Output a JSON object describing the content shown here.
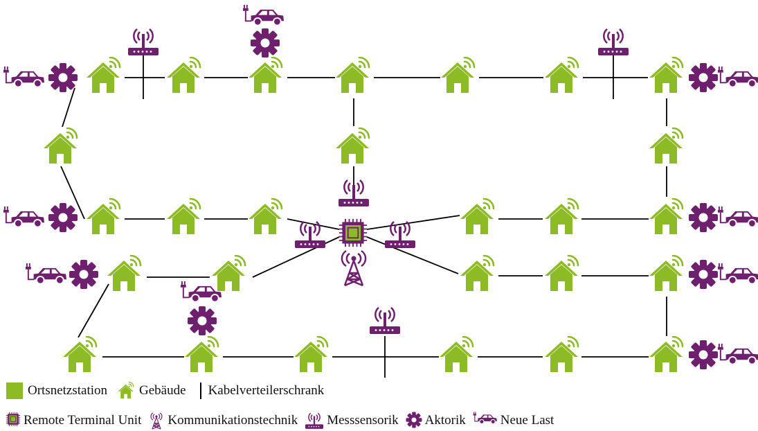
{
  "colors": {
    "green": "#8dbb25",
    "purple": "#6e1f6e",
    "line": "#000000",
    "text": "#111111"
  },
  "icons": {
    "substation": "green-square",
    "building": "house-with-signal",
    "cable_cabinet": "vertical-bar",
    "rtu": "chip-icon",
    "communication": "radio-tower-icon",
    "sensor": "router-antenna-icon",
    "actuator": "gear-icon",
    "new_load": "plug-car-icon"
  },
  "legend": {
    "substation": "Ortsnetzstation",
    "building": "Gebäude",
    "cable_cabinet": "Kabelverteilerschrank",
    "rtu": "Remote Terminal Unit",
    "communication": "Kommunikationstechnik",
    "sensor": "Messsensorik",
    "actuator": "Aktorik",
    "new_load": "Neue Last"
  }
}
